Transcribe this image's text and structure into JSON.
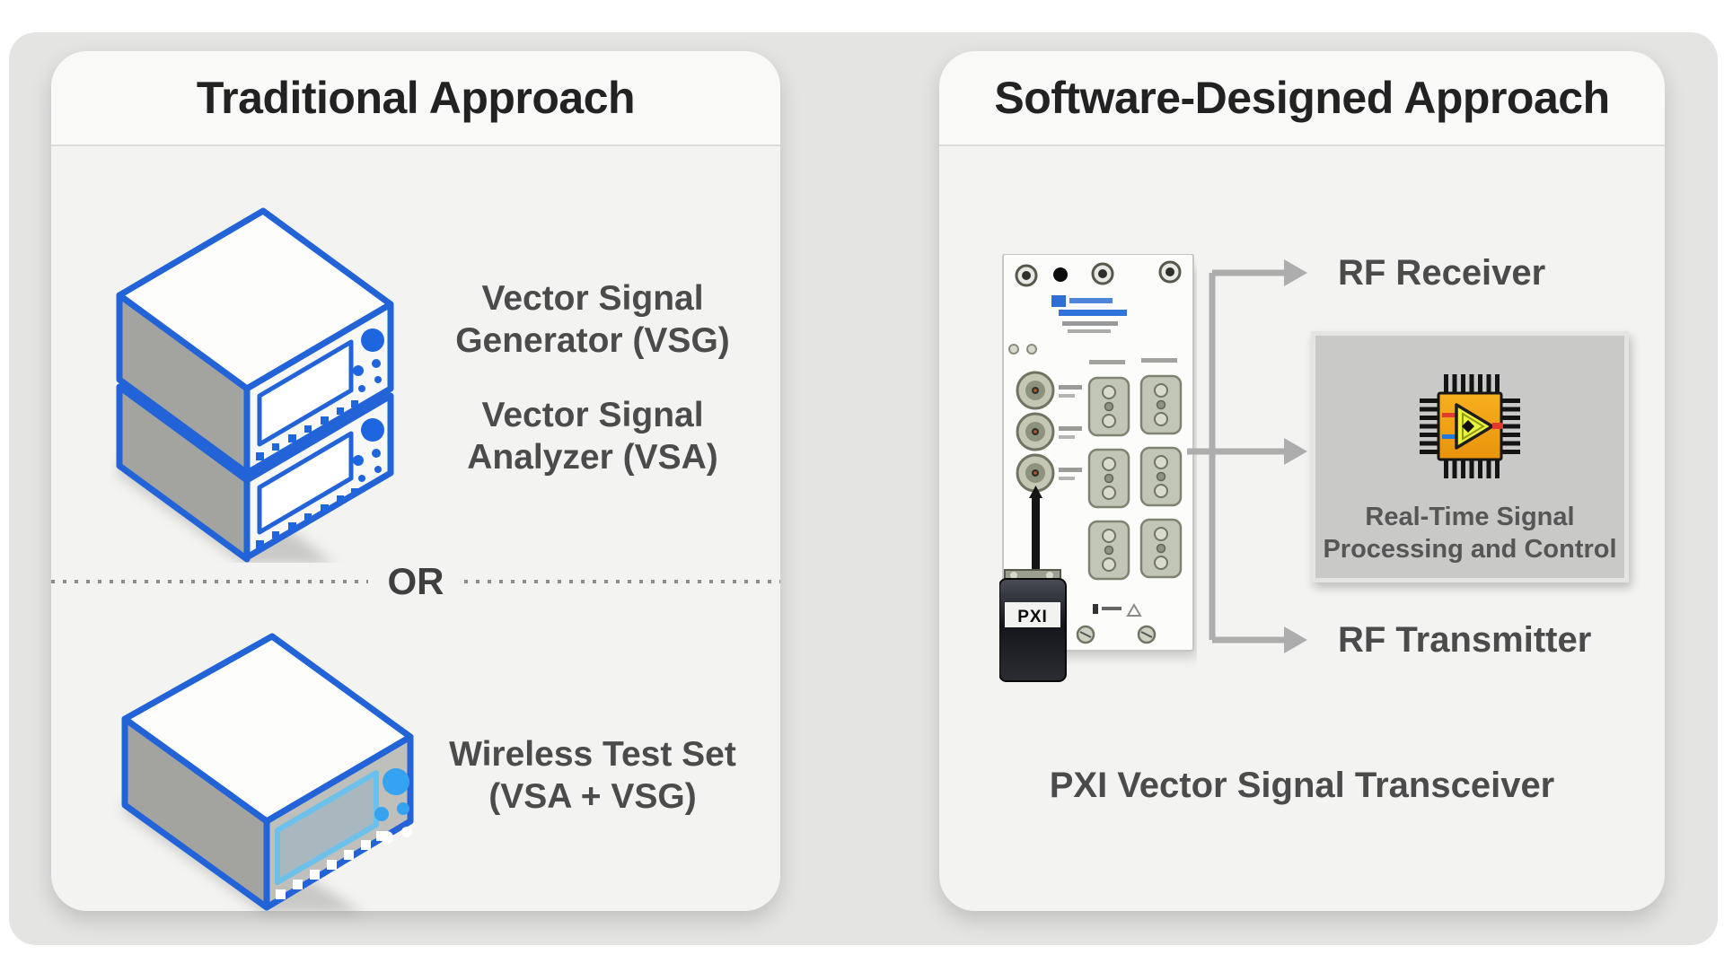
{
  "left_panel": {
    "title": "Traditional Approach",
    "vsg_label": {
      "line1": "Vector Signal",
      "line2": "Generator (VSG)"
    },
    "vsa_label": {
      "line1": "Vector Signal",
      "line2": "Analyzer (VSA)"
    },
    "divider_label": "OR",
    "wts_label": {
      "line1": "Wireless Test Set",
      "line2": "(VSA + VSG)"
    }
  },
  "right_panel": {
    "title": "Software-Designed Approach",
    "rf_receiver_label": "RF Receiver",
    "rf_transmitter_label": "RF Transmitter",
    "processing_box": {
      "line1": "Real-Time Signal",
      "line2": "Processing and Control"
    },
    "caption": "PXI Vector Signal Transceiver",
    "module": {
      "badge": "PXI"
    }
  },
  "colors": {
    "outline_blue": "#2363d8",
    "knob_blue": "#35a3f0",
    "arrow_gray": "#adadad",
    "processing_box_gray": "#c9c9c7",
    "chip_orange": "#f2a312",
    "panel_bg": "#f3f3f1",
    "outer_bg": "#e4e4e3"
  }
}
